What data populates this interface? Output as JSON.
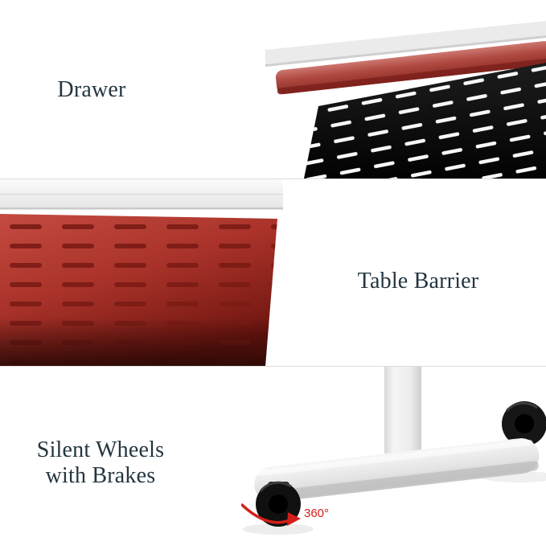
{
  "sections": {
    "drawer": {
      "label": "Drawer",
      "photo": "drawer-under-white-tabletop-with-black-slotted-panel"
    },
    "barrier": {
      "label": "Table Barrier",
      "photo": "red-slotted-barrier-panel-under-table-edge"
    },
    "wheels": {
      "label_line1": "Silent Wheels",
      "label_line2": "with Brakes",
      "rotation_badge": "360°",
      "photo": "white-table-leg-and-foot-with-black-caster-wheels"
    }
  },
  "colors": {
    "label_text": "#233540",
    "barrier_red": "#b03a31",
    "drawer_bar_red": "#a9433c",
    "panel_black": "#0d0d0d",
    "rotation_red": "#d21f1a",
    "divider_gray": "#dcdcdc",
    "furniture_gray": "#e9e9e9"
  }
}
